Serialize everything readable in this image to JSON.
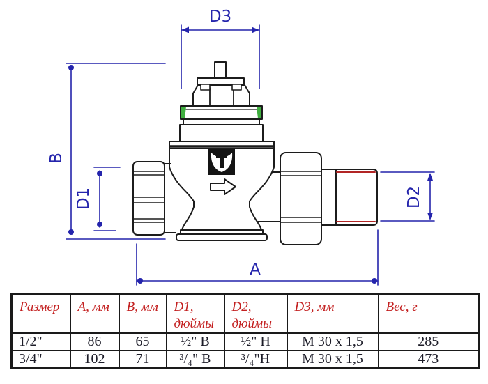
{
  "drawing": {
    "labels": {
      "d3": "D3",
      "b": "B",
      "d1": "D1",
      "d2": "D2",
      "a": "A"
    },
    "colors": {
      "dimension_blue": "#2424ac",
      "outline_black": "#1c1c1c",
      "thread_red": "#b22525",
      "ring_green": "#3fae3f",
      "table_header_red": "#c32020",
      "logo_black": "#141414"
    }
  },
  "table": {
    "headers": [
      "Размер",
      "А, мм",
      "В, мм",
      "D1,\nдюймы",
      "D2,\nдюймы",
      "D3, мм",
      "Вес, г"
    ],
    "rows": [
      [
        "1/2\"",
        "86",
        "65",
        "½\" В",
        "½\" Н",
        "М 30 х 1,5",
        "285"
      ],
      [
        "3/4\"",
        "102",
        "71",
        "³/₄\" В",
        "³/₄\"Н",
        "М 30 х 1,5",
        "473"
      ]
    ]
  }
}
